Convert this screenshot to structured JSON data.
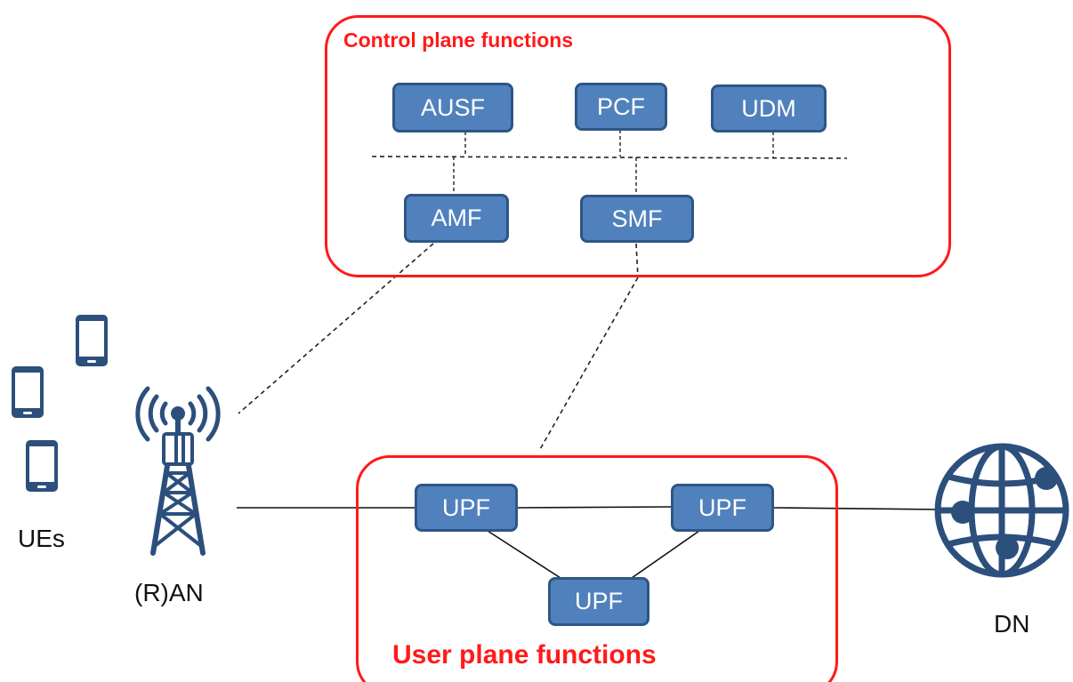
{
  "colors": {
    "group_border": "#ff1a1a",
    "nf_fill": "#5081bd",
    "nf_border": "#2d5685",
    "icon": "#2c4f7c"
  },
  "control_plane": {
    "title": "Control plane functions",
    "functions": {
      "ausf": "AUSF",
      "pcf": "PCF",
      "udm": "UDM",
      "amf": "AMF",
      "smf": "SMF"
    }
  },
  "user_plane": {
    "title": "User plane functions",
    "functions": {
      "upf_left": "UPF",
      "upf_right": "UPF",
      "upf_bottom": "UPF"
    }
  },
  "nodes": {
    "ues": "UEs",
    "ran": "(R)AN",
    "dn": "DN"
  },
  "icons": [
    "smartphone-icon",
    "cell-tower-icon",
    "globe-icon"
  ]
}
